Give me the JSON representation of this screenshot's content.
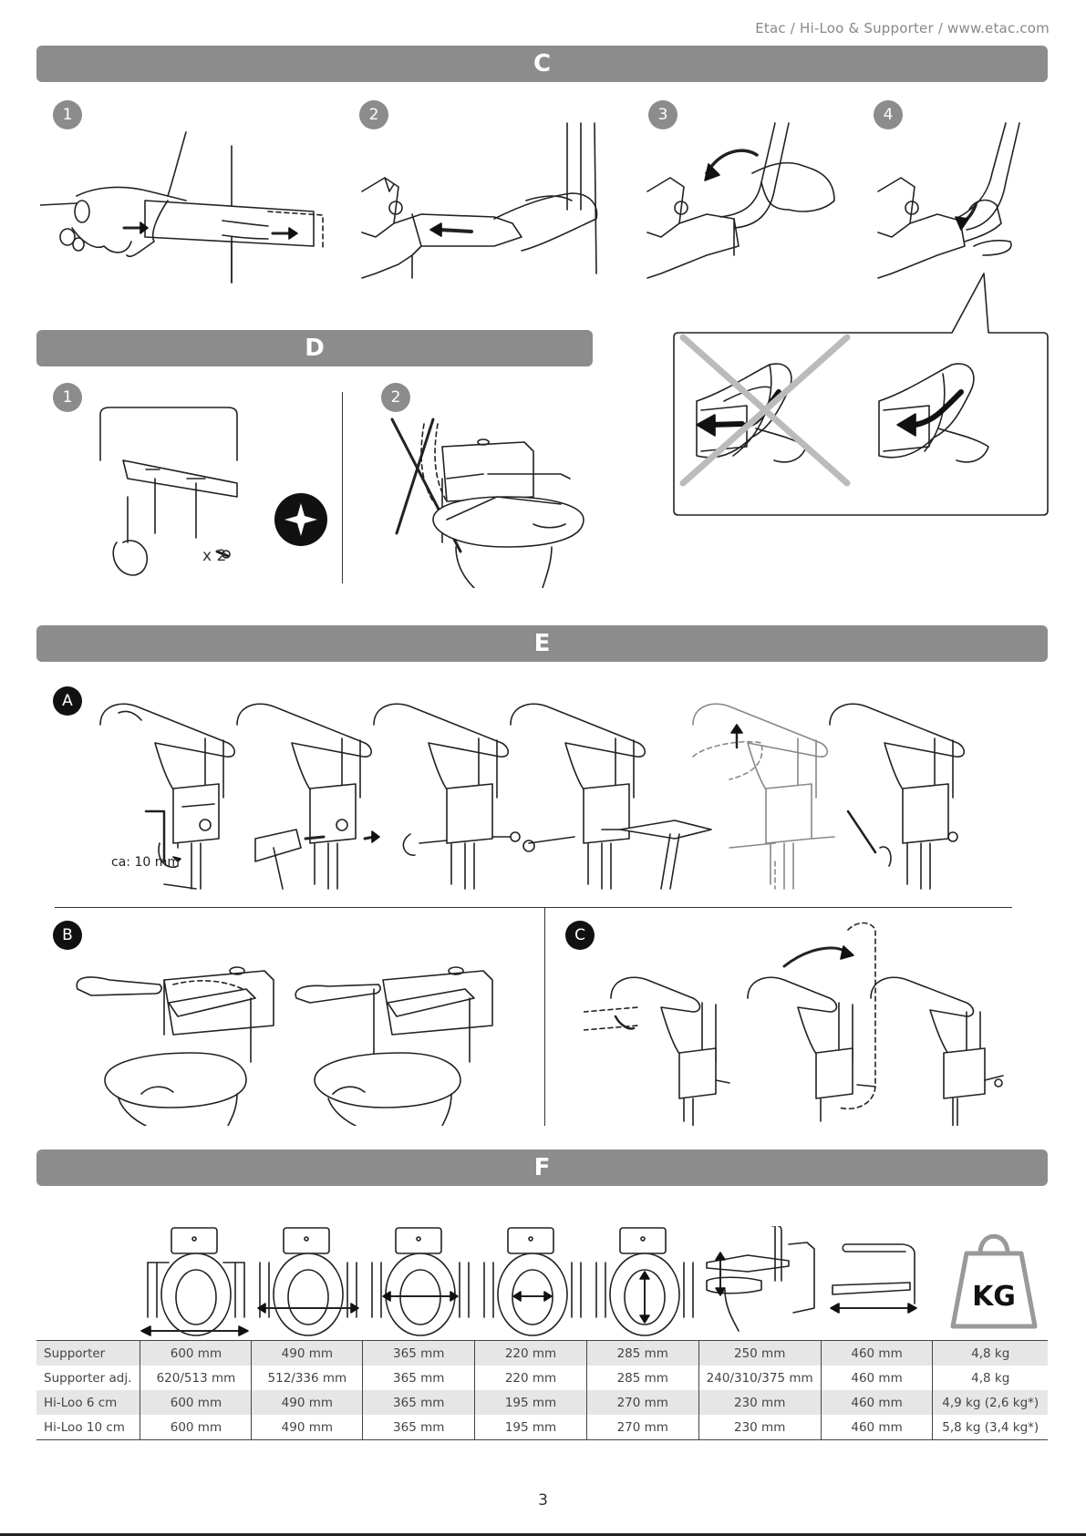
{
  "header": {
    "text": "Etac / Hi-Loo & Supporter / www.etac.com"
  },
  "sections": {
    "c": {
      "title": "C",
      "steps": [
        "1",
        "2",
        "3",
        "4"
      ]
    },
    "d": {
      "title": "D",
      "steps": [
        "1",
        "2"
      ],
      "quantity_label": "x 2"
    },
    "e": {
      "title": "E",
      "parts": [
        "A",
        "B",
        "C"
      ],
      "measure_label": "ca: 10 mm"
    },
    "f": {
      "title": "F",
      "weight_icon_label": "KG"
    }
  },
  "spec_table": {
    "rows": [
      {
        "label": "Supporter",
        "cells": [
          "600 mm",
          "490 mm",
          "365 mm",
          "220 mm",
          "285 mm",
          "250 mm",
          "460 mm",
          "4,8 kg"
        ]
      },
      {
        "label": "Supporter adj.",
        "cells": [
          "620/513 mm",
          "512/336 mm",
          "365 mm",
          "220 mm",
          "285 mm",
          "240/310/375 mm",
          "460 mm",
          "4,8 kg"
        ]
      },
      {
        "label": "Hi-Loo 6 cm",
        "cells": [
          "600 mm",
          "490 mm",
          "365 mm",
          "195 mm",
          "270 mm",
          "230 mm",
          "460 mm",
          "4,9 kg (2,6 kg*)"
        ]
      },
      {
        "label": "Hi-Loo 10 cm",
        "cells": [
          "600 mm",
          "490 mm",
          "365 mm",
          "195 mm",
          "270 mm",
          "230 mm",
          "460 mm",
          "5,8 kg (3,4 kg*)"
        ]
      }
    ]
  },
  "footer": {
    "page_number": "3"
  }
}
